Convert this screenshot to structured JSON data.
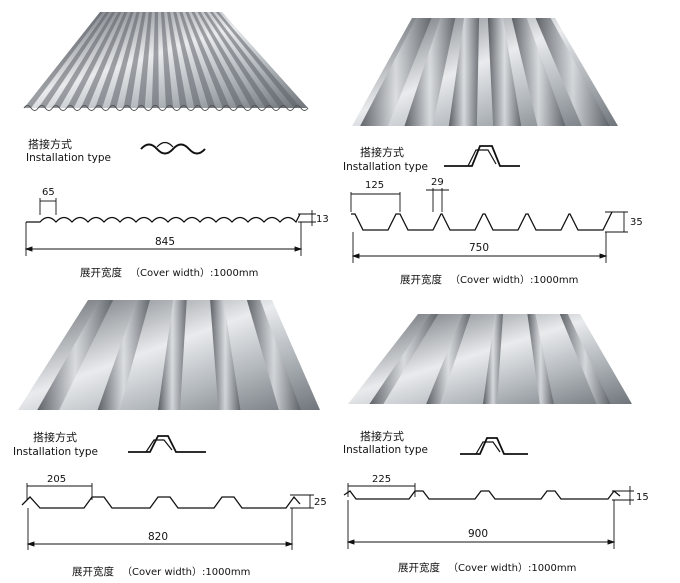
{
  "panels": [
    {
      "install_cn": "搭接方式",
      "install_en": "Installation type",
      "dim_top_1": "65",
      "dim_top_2": "",
      "dim_height": "13",
      "dim_length": "845",
      "cover_cn": "展开宽度",
      "cover_en": "（Cover width）:1000mm"
    },
    {
      "install_cn": "搭接方式",
      "install_en": "Installation type",
      "dim_top_1": "125",
      "dim_top_2": "29",
      "dim_height": "35",
      "dim_length": "750",
      "cover_cn": "展开宽度",
      "cover_en": "（Cover width）:1000mm"
    },
    {
      "install_cn": "搭接方式",
      "install_en": "Installation type",
      "dim_top_1": "205",
      "dim_top_2": "",
      "dim_height": "25",
      "dim_length": "820",
      "cover_cn": "展开宽度",
      "cover_en": "（Cover width）:1000mm"
    },
    {
      "install_cn": "搭接方式",
      "install_en": "Installation type",
      "dim_top_1": "225",
      "dim_top_2": "",
      "dim_height": "15",
      "dim_length": "900",
      "cover_cn": "展开宽度",
      "cover_en": "（Cover width）:1000mm"
    }
  ],
  "colors": {
    "metal_dark": "#6f7479",
    "metal_light": "#eef0f2",
    "line": "#111111"
  }
}
